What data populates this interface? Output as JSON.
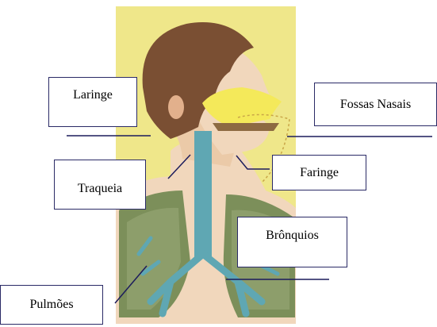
{
  "labels": {
    "laringe": "Laringe",
    "fossas_nasais": "Fossas Nasais",
    "traqueia": "Traqueia",
    "faringe": "Faringe",
    "bronquios": "Brônquios",
    "pulmoes": "Pulmões"
  },
  "colors": {
    "background": "#efe78a",
    "hair": "#7a4f33",
    "skin": "#f1d7bc",
    "airway": "#5fa7b3",
    "lung_tissue": "#7c8f5a",
    "nasal_highlight": "#f4e95a",
    "leader_line": "#1c1c5c"
  }
}
